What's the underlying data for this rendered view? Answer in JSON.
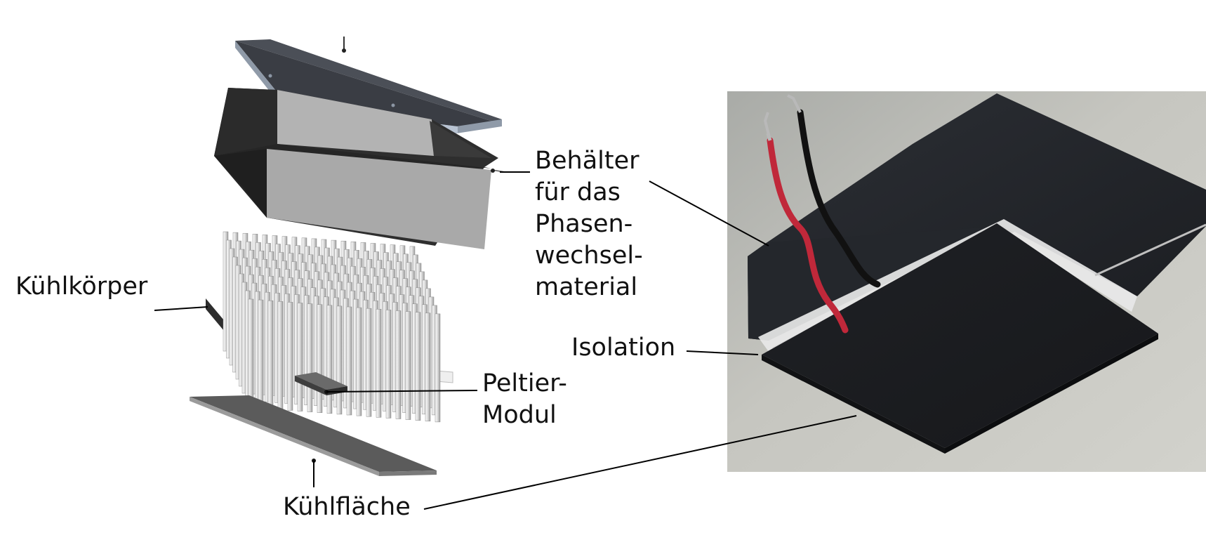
{
  "labels": {
    "kuehlkoerper": "Kühlkörper",
    "behaelter": "Behälter\nfür das\nPhasen-\nwechsel-\nmaterial",
    "isolation": "Isolation",
    "peltier": "Peltier-\nModul",
    "kuehlflaeche": "Kühlfläche"
  },
  "colors": {
    "lid": "#3a3d44",
    "lid_edge": "#aab4c2",
    "container_front": "#a9a9a9",
    "container_side": "#2e2e2e",
    "heatsink_fin": "#e6e6e6",
    "peltier": "#4a4a4a",
    "cooling_plate": "#5b5b5b",
    "photo_bg": "#bdbdb8",
    "box": "#222428",
    "wire_red": "#c0283a",
    "wire_black": "#111111",
    "insulation": "#e8e8e8",
    "leader": "#000000"
  }
}
